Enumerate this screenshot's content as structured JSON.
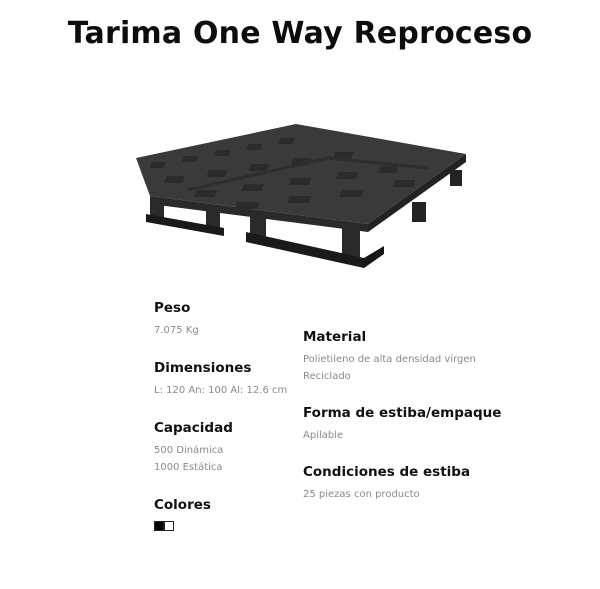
{
  "title": "Tarima One Way Reproceso",
  "product_image": "plastic-pallet",
  "specs_left": [
    {
      "label": "Peso",
      "values": [
        "7.075 Kg"
      ]
    },
    {
      "label": "Dimensiones",
      "values": [
        "L: 120 An: 100 Al: 12.6 cm"
      ]
    },
    {
      "label": "Capacidad",
      "values": [
        "500 Dinámica",
        "1000 Estática"
      ]
    }
  ],
  "colores": {
    "label": "Colores",
    "swatches": [
      "#000000",
      "#ffffff"
    ]
  },
  "specs_right": [
    {
      "label": "Material",
      "values": [
        "Polietileno de alta densidad virgen",
        "Reciclado"
      ]
    },
    {
      "label": "Forma de estiba/empaque",
      "values": [
        "Apilable"
      ]
    },
    {
      "label": "Condiciones de estiba",
      "values": [
        "25 piezas con producto"
      ]
    }
  ]
}
